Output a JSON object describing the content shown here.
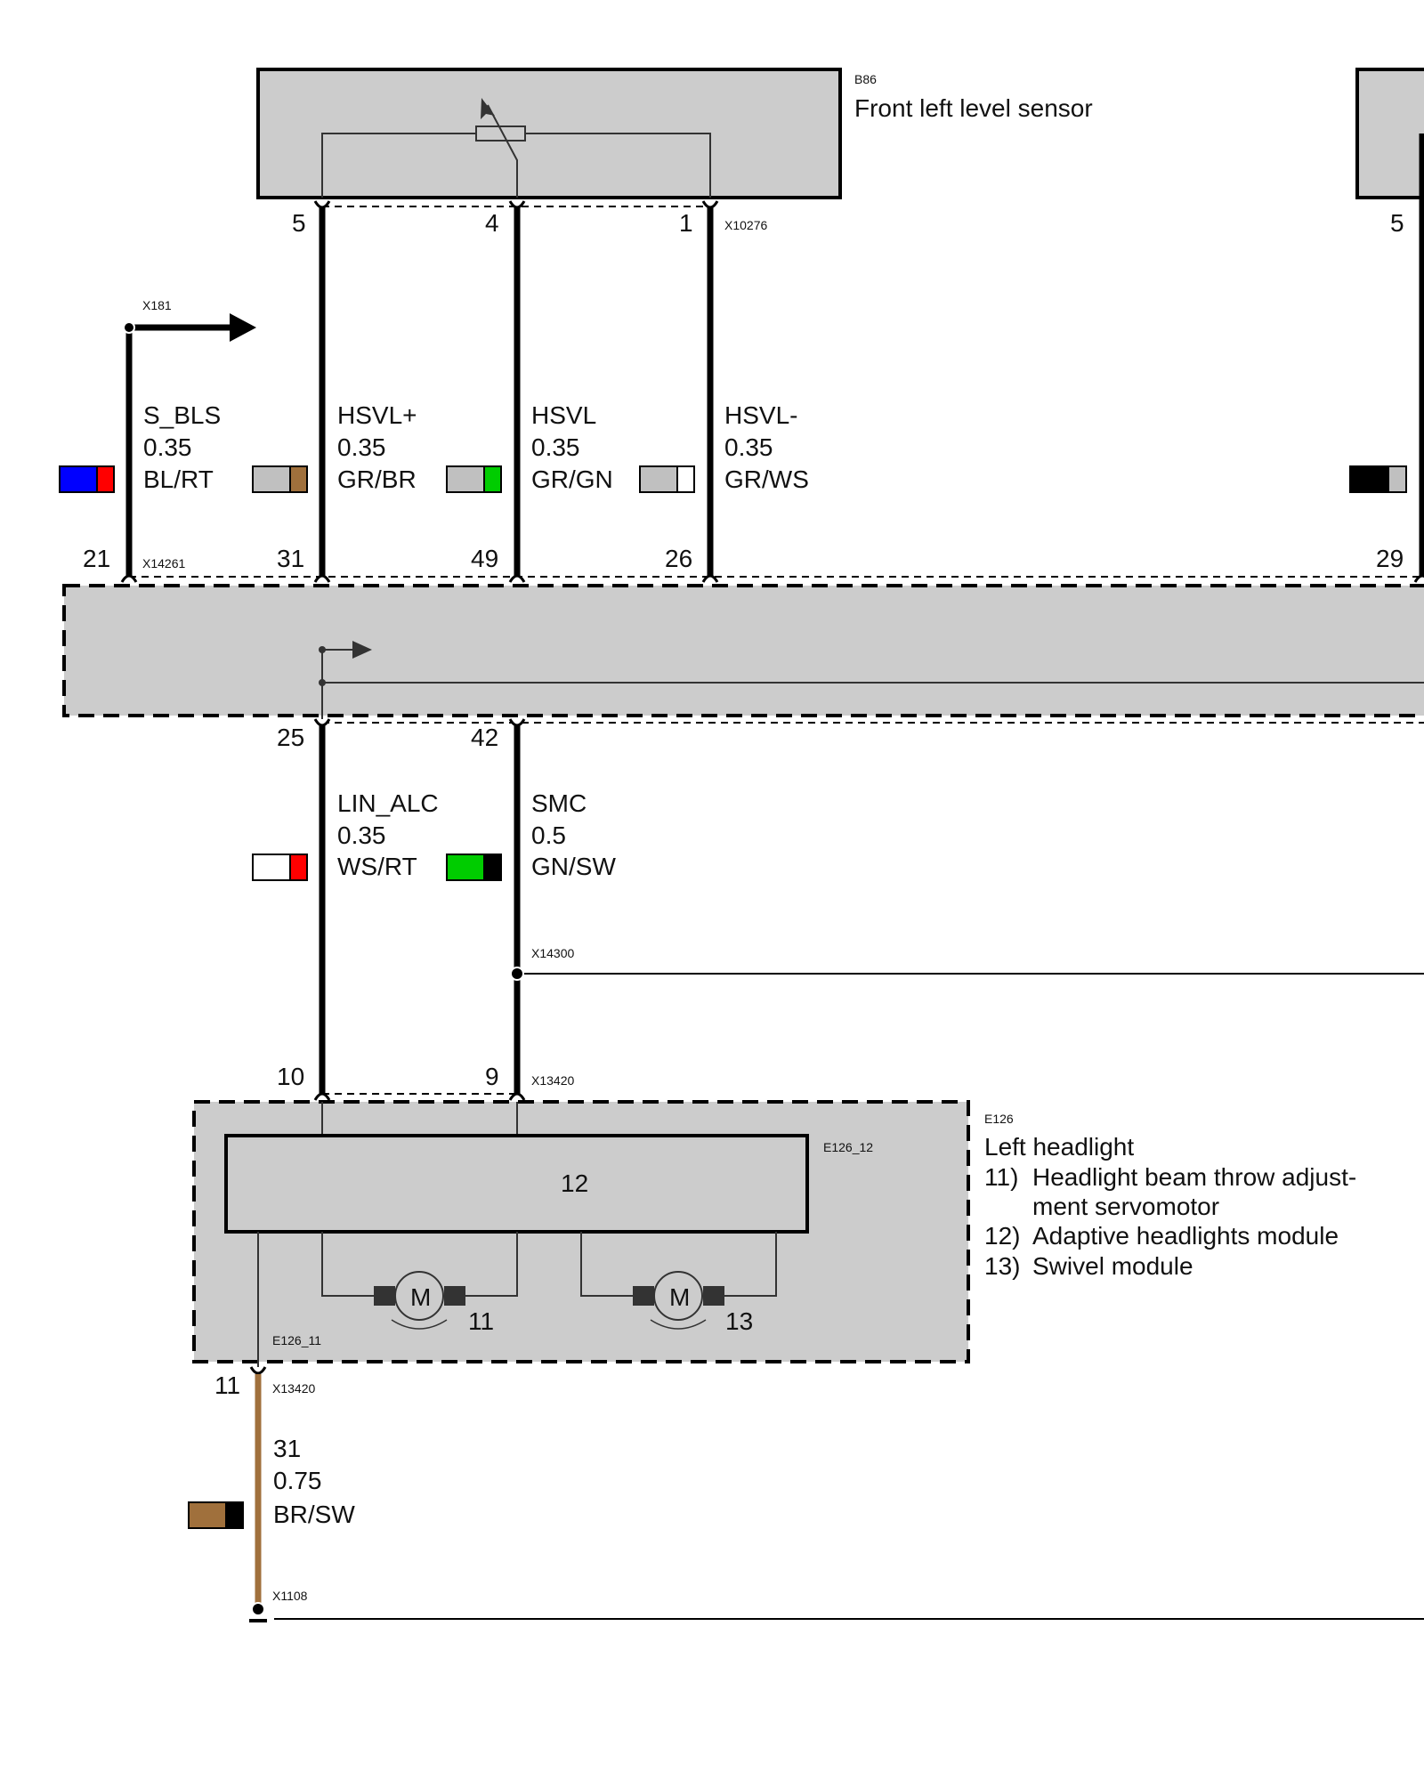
{
  "colors": {
    "background": "#ffffff",
    "component_fill": "#cccccc",
    "wire_black": "#000000",
    "wire_brown": "#a0703c",
    "chip_blue": "#0000ff",
    "chip_red": "#ff0000",
    "chip_gray": "#c0c0c0",
    "chip_brown": "#a0703c",
    "chip_green": "#00cc00",
    "chip_white": "#ffffff",
    "chip_black": "#000000"
  },
  "sensor": {
    "code": "B86",
    "title": "Front left level sensor",
    "connector": "X10276",
    "pins": [
      "5",
      "4",
      "1"
    ]
  },
  "right_partial": {
    "pin": "5",
    "lower_pin": "29"
  },
  "upper_connector": "X14261",
  "upper_pins": [
    "21",
    "31",
    "49",
    "26"
  ],
  "arrow_connector": "X181",
  "upper_wires": [
    {
      "signal": "S_BLS",
      "gauge": "0.35",
      "color_code": "BL/RT"
    },
    {
      "signal": "HSVL+",
      "gauge": "0.35",
      "color_code": "GR/BR"
    },
    {
      "signal": "HSVL",
      "gauge": "0.35",
      "color_code": "GR/GN"
    },
    {
      "signal": "HSVL-",
      "gauge": "0.35",
      "color_code": "GR/WS"
    }
  ],
  "middle_pins": [
    "25",
    "42"
  ],
  "middle_wires": [
    {
      "signal": "LIN_ALC",
      "gauge": "0.35",
      "color_code": "WS/RT"
    },
    {
      "signal": "SMC",
      "gauge": "0.5",
      "color_code": "GN/SW"
    }
  ],
  "splice": "X14300",
  "headlight_connector": "X13420",
  "headlight_pins": [
    "10",
    "9"
  ],
  "headlight": {
    "code": "E126",
    "title": "Left headlight",
    "items": [
      {
        "num": "11)",
        "text_line1": "Headlight beam throw adjust-",
        "text_line2": "ment servomotor"
      },
      {
        "num": "12)",
        "text_line1": "Adaptive headlights module"
      },
      {
        "num": "13)",
        "text_line1": "Swivel module"
      }
    ],
    "module_code": "E126_12",
    "module_label": "12",
    "servo_code": "E126_11",
    "motor_letter": "M",
    "motor1_label": "11",
    "motor2_label": "13"
  },
  "ground": {
    "pin": "11",
    "connector": "X13420",
    "signal": "31",
    "gauge": "0.75",
    "color_code": "BR/SW",
    "ground_point": "X1108"
  }
}
